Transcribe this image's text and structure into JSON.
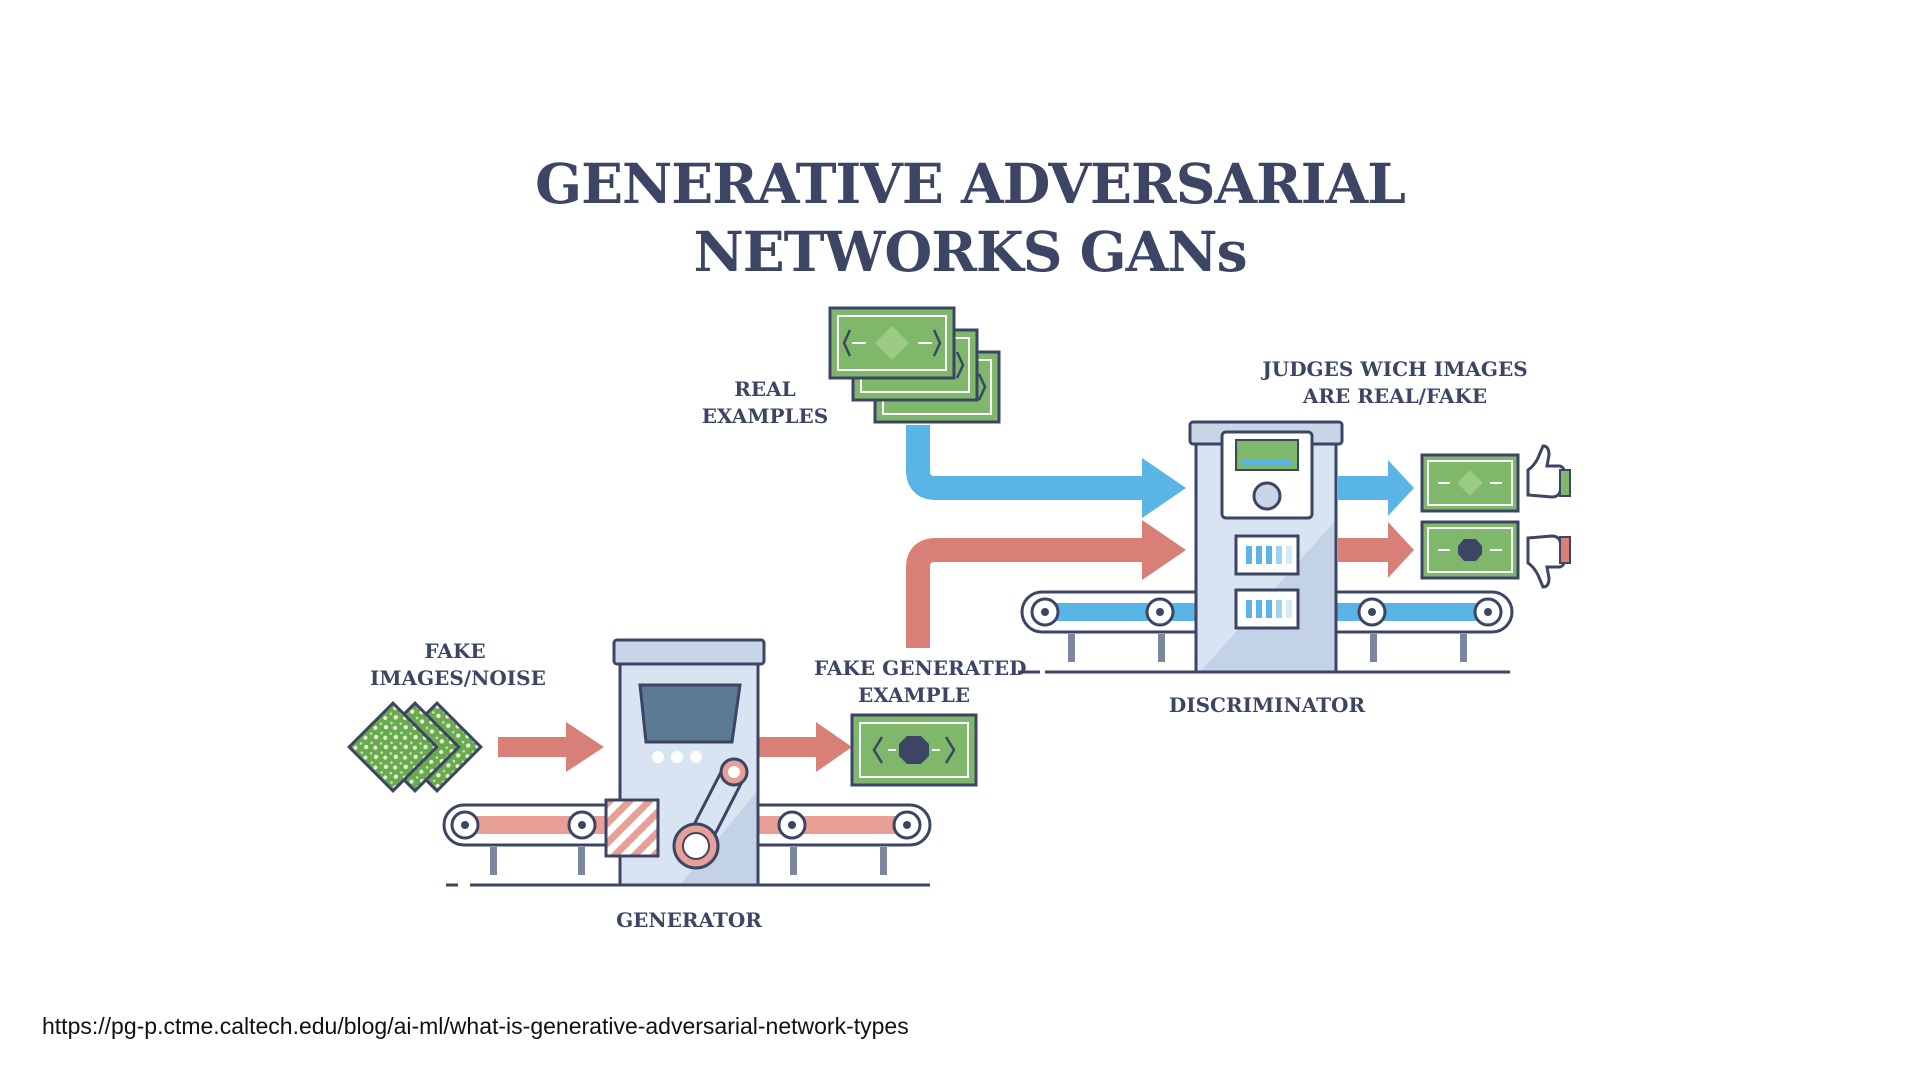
{
  "title": {
    "line1": "GENERATIVE ADVERSARIAL",
    "line2": "NETWORKS GANs"
  },
  "labels": {
    "real_examples": [
      "REAL",
      "EXAMPLES"
    ],
    "judges": [
      "JUDGES WICH IMAGES",
      "ARE REAL/FAKE"
    ],
    "fake_noise": [
      "FAKE",
      "IMAGES/NOISE"
    ],
    "fake_generated": [
      "FAKE GENERATED",
      "EXAMPLE"
    ],
    "generator": "GENERATOR",
    "discriminator": "DISCRIMINATOR"
  },
  "source_url": "https://pg-p.ctme.caltech.edu/blog/ai-ml/what-is-generative-adversarial-network-types",
  "colors": {
    "ink": "#3c4564",
    "money_green": "#7fb86a",
    "real_arrow": "#5ab4e5",
    "fake_arrow": "#d88078",
    "machine": "#d9e4f2"
  }
}
